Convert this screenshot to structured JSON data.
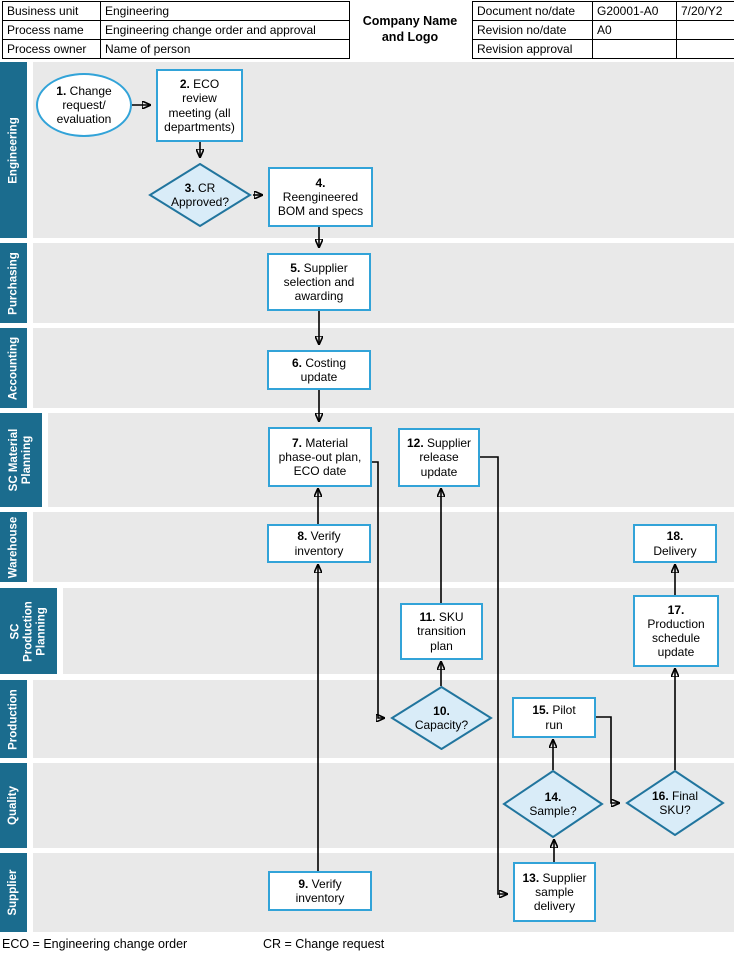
{
  "header": {
    "info": [
      {
        "label": "Business unit",
        "value": "Engineering"
      },
      {
        "label": "Process name",
        "value": "Engineering change order and approval"
      },
      {
        "label": "Process owner",
        "value": "Name of person"
      }
    ],
    "company": "Company Name\nand Logo",
    "doc": [
      {
        "label": "Document no/date",
        "v1": "G20001-A0",
        "v2": "7/20/Y2"
      },
      {
        "label": "Revision no/date",
        "v1": "A0",
        "v2": ""
      },
      {
        "label": "Revision approval",
        "v1": "",
        "v2": ""
      }
    ]
  },
  "lanes": [
    {
      "label": "Engineering"
    },
    {
      "label": "Purchasing"
    },
    {
      "label": "Accounting"
    },
    {
      "label": "SC Material\nPlanning"
    },
    {
      "label": "Warehouse"
    },
    {
      "label": "SC\nProduction\nPlanning"
    },
    {
      "label": "Production"
    },
    {
      "label": "Quality"
    },
    {
      "label": "Supplier"
    }
  ],
  "nodes": {
    "n1": {
      "num": "1.",
      "text": "Change\nrequest/\nevaluation",
      "shape": "ellipse"
    },
    "n2": {
      "num": "2.",
      "text": "ECO\nreview\nmeeting (all\ndepartments)",
      "shape": "rect"
    },
    "n3": {
      "num": "3.",
      "text": "CR\nApproved?",
      "shape": "diamond"
    },
    "n4": {
      "num": "4.",
      "text": "\nReengineered\nBOM and specs",
      "shape": "rect"
    },
    "n5": {
      "num": "5.",
      "text": "Supplier\nselection and\nawarding",
      "shape": "rect"
    },
    "n6": {
      "num": "6.",
      "text": "Costing\nupdate",
      "shape": "rect"
    },
    "n7": {
      "num": "7.",
      "text": "Material\nphase-out plan,\nECO date",
      "shape": "rect"
    },
    "n8": {
      "num": "8.",
      "text": "Verify\ninventory",
      "shape": "rect"
    },
    "n9": {
      "num": "9.",
      "text": "Verify\ninventory",
      "shape": "rect"
    },
    "n10": {
      "num": "10.",
      "text": "\nCapacity?",
      "shape": "diamond"
    },
    "n11": {
      "num": "11.",
      "text": "SKU\ntransition\nplan",
      "shape": "rect"
    },
    "n12": {
      "num": "12.",
      "text": "Supplier\nrelease\nupdate",
      "shape": "rect"
    },
    "n13": {
      "num": "13.",
      "text": "Supplier\nsample\ndelivery",
      "shape": "rect"
    },
    "n14": {
      "num": "14.",
      "text": "\nSample?",
      "shape": "diamond"
    },
    "n15": {
      "num": "15.",
      "text": "Pilot\nrun",
      "shape": "rect"
    },
    "n16": {
      "num": "16.",
      "text": "Final\nSKU?",
      "shape": "diamond"
    },
    "n17": {
      "num": "17.",
      "text": "\nProduction\nschedule\nupdate",
      "shape": "rect"
    },
    "n18": {
      "num": "18.",
      "text": "\nDelivery",
      "shape": "rect"
    }
  },
  "legend": {
    "eco": "ECO = Engineering change order",
    "cr": "CR = Change request"
  },
  "colors": {
    "process_border": "#32a3d8",
    "decision_border": "#21759e",
    "decision_fill": "#d9ecf8",
    "lane_bar": "#1b6c8e",
    "lane_background": "#e9e9e9",
    "connector": "#000000"
  }
}
